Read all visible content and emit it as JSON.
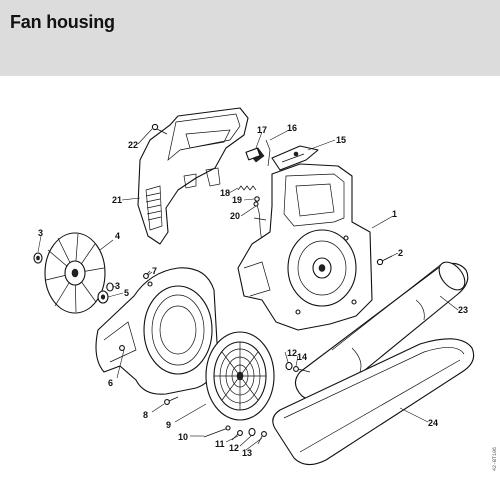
{
  "header": {
    "title": "Fan housing"
  },
  "callouts": [
    {
      "id": "c1",
      "label": "1"
    },
    {
      "id": "c2",
      "label": "2"
    },
    {
      "id": "c3a",
      "label": "3"
    },
    {
      "id": "c3b",
      "label": "3"
    },
    {
      "id": "c4",
      "label": "4"
    },
    {
      "id": "c5",
      "label": "5"
    },
    {
      "id": "c6",
      "label": "6"
    },
    {
      "id": "c7",
      "label": "7"
    },
    {
      "id": "c8",
      "label": "8"
    },
    {
      "id": "c9",
      "label": "9"
    },
    {
      "id": "c10",
      "label": "10"
    },
    {
      "id": "c11",
      "label": "11"
    },
    {
      "id": "c12a",
      "label": "12"
    },
    {
      "id": "c12b",
      "label": "12"
    },
    {
      "id": "c13",
      "label": "13"
    },
    {
      "id": "c14",
      "label": "14"
    },
    {
      "id": "c15",
      "label": "15"
    },
    {
      "id": "c16",
      "label": "16"
    },
    {
      "id": "c17",
      "label": "17"
    },
    {
      "id": "c18",
      "label": "18"
    },
    {
      "id": "c19",
      "label": "19"
    },
    {
      "id": "c20",
      "label": "20"
    },
    {
      "id": "c21",
      "label": "21"
    },
    {
      "id": "c22",
      "label": "22"
    },
    {
      "id": "c23",
      "label": "23"
    },
    {
      "id": "c24",
      "label": "24"
    }
  ],
  "drawing_code": "42-BT106"
}
